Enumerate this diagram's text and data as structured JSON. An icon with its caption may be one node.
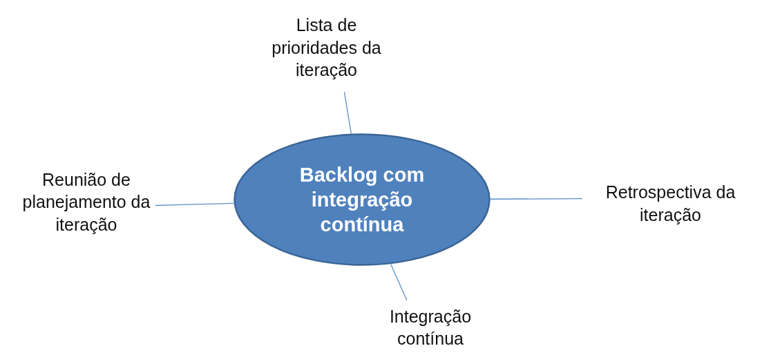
{
  "diagram": {
    "nodes": [
      {
        "text": [
          "Backlog com integração contínua"
        ]
      },
      {
        "text": [
          "Lista de prioridades da iteração"
        ]
      },
      {
        "text": [
          "Reunião de planejamento da iteração"
        ]
      },
      {
        "text": [
          "Retrospectiva da iteração"
        ]
      },
      {
        "text": [
          "Integração contínua"
        ]
      }
    ],
    "edges": [
      {
        "from": 0,
        "to": 1,
        "arrow": "none"
      },
      {
        "from": 0,
        "to": 2,
        "arrow": "none"
      },
      {
        "from": 0,
        "to": 3,
        "arrow": "none"
      },
      {
        "from": 0,
        "to": 4,
        "arrow": "none"
      }
    ]
  }
}
